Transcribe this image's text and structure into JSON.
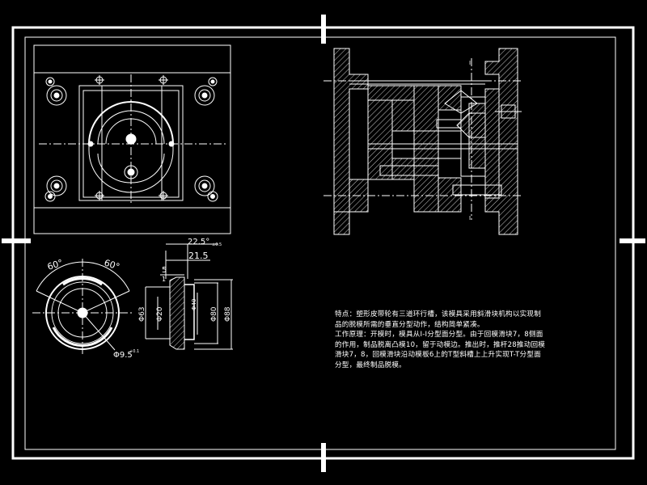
{
  "colors": {
    "background": "#000000",
    "line": "#ffffff"
  },
  "dimensions": {
    "angle_left": "60°",
    "angle_right": "60°",
    "top_angle": "22.5°",
    "top_angle_tol": "±0.5",
    "width_21_5": "21.5",
    "width_5": "5",
    "small_1": "1",
    "dia_63": "Φ63",
    "dia_20": "Φ20",
    "dia_40": "Φ40",
    "dia_80": "Φ80",
    "dia_88": "Φ88",
    "dia_9_5": "Φ9.5",
    "dia_9_5_tol": "+0.1"
  },
  "section_marks": {
    "top": "I",
    "bottom": "I"
  },
  "notes": {
    "line1": "特点：塑形皮带轮有三道环行槽，该模具采用斜滑块机构以实现制",
    "line2": "品的脱模所需的垂直分型动作，结构简单紧凑。",
    "line3": "工作原理：开模时，模具从I-I分型面分型。由于回模滑块7，8侧面",
    "line4": "的作用，制品脱离凸模10，留于动模边。推出时，推杆28推动回模",
    "line5": "滑块7，8，回模滑块沿动模板6上的T型斜槽上上升实现T-T分型面",
    "line6": "分型，最终制品脱模。"
  }
}
